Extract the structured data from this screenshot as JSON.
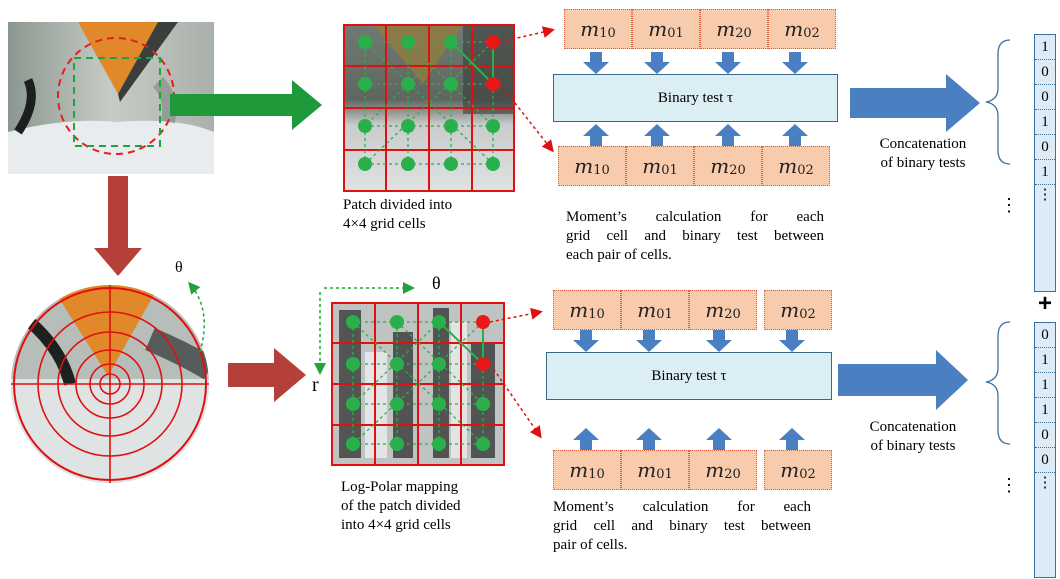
{
  "top_row": {
    "patch_caption": "Patch divided into 4×4 grid cells",
    "patch_caption_lines": [
      "Patch divided into",
      "4×4 grid cells"
    ],
    "binary_test_label": "Binary test τ",
    "moments_top": [
      {
        "base": "m",
        "sub": "10"
      },
      {
        "base": "m",
        "sub": "01"
      },
      {
        "base": "m",
        "sub": "20"
      },
      {
        "base": "m",
        "sub": "02"
      }
    ],
    "moments_bottom": [
      {
        "base": "m",
        "sub": "10"
      },
      {
        "base": "m",
        "sub": "01"
      },
      {
        "base": "m",
        "sub": "20"
      },
      {
        "base": "m",
        "sub": "02"
      }
    ],
    "moment_caption": "Moment’s calculation for each grid cell and binary test between each pair of cells.",
    "moment_caption_lines": [
      "Moment’s calculation for each",
      "grid cell and binary test between",
      "each pair of cells."
    ],
    "concat_caption_lines": [
      "Concatenation",
      "of binary tests"
    ],
    "bits": [
      "1",
      "0",
      "0",
      "1",
      "0",
      "1",
      "⋮"
    ],
    "side_ellipsis": "⋮"
  },
  "plus_sign": "+",
  "bottom_row": {
    "theta_label": "θ",
    "r_label": "r",
    "polar_theta_label": "θ",
    "patch_caption_lines": [
      "Log-Polar mapping",
      "of the patch divided",
      "into 4×4 grid cells"
    ],
    "binary_test_label": "Binary test τ",
    "moments_top": [
      {
        "base": "m",
        "sub": "10"
      },
      {
        "base": "m",
        "sub": "01"
      },
      {
        "base": "m",
        "sub": "20"
      },
      {
        "base": "m",
        "sub": "02"
      }
    ],
    "moments_bottom": [
      {
        "base": "m",
        "sub": "10"
      },
      {
        "base": "m",
        "sub": "01"
      },
      {
        "base": "m",
        "sub": "20"
      },
      {
        "base": "m",
        "sub": "02"
      }
    ],
    "moment_caption_lines": [
      "Moment’s calculation for each",
      "grid cell and binary test between",
      "pair of cells."
    ],
    "concat_caption_lines": [
      "Concatenation",
      "of binary tests"
    ],
    "bits": [
      "0",
      "1",
      "1",
      "1",
      "0",
      "0",
      "⋮"
    ],
    "side_ellipsis": "⋮"
  },
  "colors": {
    "green_arrow": "#1f9a3a",
    "red_arrow": "#b5403a",
    "blue_arrow": "#4a7fc1",
    "grid_red": "#e01010",
    "dot_green": "#2ab04a",
    "dot_red": "#e81818",
    "moment_fill": "#f8cbad",
    "binary_fill": "#dbeef4",
    "vector_fill": "#ddebf7"
  }
}
